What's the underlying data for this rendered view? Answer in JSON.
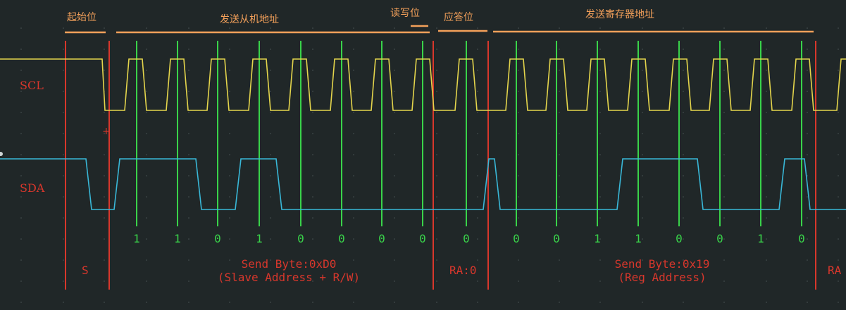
{
  "annotations": {
    "start_bit": "起始位",
    "send_slave_address": "发送从机地址",
    "read_write_bit": "读写位",
    "ack_bit": "应答位",
    "send_register_address": "发送寄存器地址"
  },
  "channels": {
    "scl": "SCL",
    "sda": "SDA"
  },
  "bits": [
    "1",
    "1",
    "0",
    "1",
    "0",
    "0",
    "0",
    "0",
    "0",
    "0",
    "0",
    "1",
    "1",
    "0",
    "0",
    "1",
    "0"
  ],
  "decode": {
    "start": "S",
    "byte1_line1": "Send Byte:0xD0",
    "byte1_line2": "(Slave Address + R/W)",
    "ack1": "RA:0",
    "byte2_line1": "Send Byte:0x19",
    "byte2_line2": "(Reg Address)",
    "ack2": "RA"
  },
  "colors": {
    "background": "#202728",
    "scl_trace": "#e4d54c",
    "sda_trace": "#39b8d8",
    "sample_marker": "#39d34a",
    "boundary_marker": "#d8372c",
    "annotation": "#f3a05a"
  }
}
